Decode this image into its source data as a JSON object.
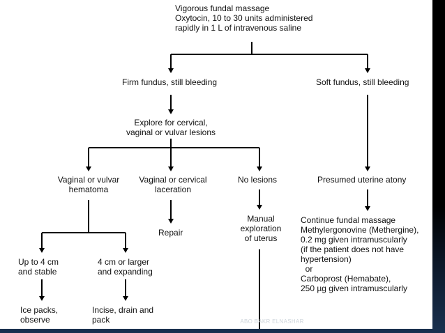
{
  "flowchart": {
    "start": "Vigorous fundal massage\nOxytocin, 10 to 30 units administered\nrapidly in 1 L of intravenous saline",
    "firm_fundus": "Firm fundus, still bleeding",
    "soft_fundus": "Soft fundus, still bleeding",
    "explore": "Explore for cervical,\nvaginal or vulvar lesions",
    "hematoma": "Vaginal or vulvar\nhematoma",
    "laceration": "Vaginal or cervical\nlaceration",
    "no_lesions": "No lesions",
    "atony": "Presumed uterine atony",
    "repair": "Repair",
    "manual_exploration": "Manual\nexploration\nof uterus",
    "atony_treatment": "Continue fundal massage\nMethylergonovine (Methergine),\n0.2 mg given intramuscularly\n(if the patient does not have\nhypertension)\n  or\nCarboprost (Hemabate),\n250 µg given intramuscularly",
    "small_hematoma": "Up to 4 cm\nand stable",
    "large_hematoma": "4 cm or larger\nand expanding",
    "ice_packs": "Ice packs,\nobserve",
    "incise": "Incise, drain and\npack"
  },
  "watermark": "ABO BAKR ELNASHAR"
}
